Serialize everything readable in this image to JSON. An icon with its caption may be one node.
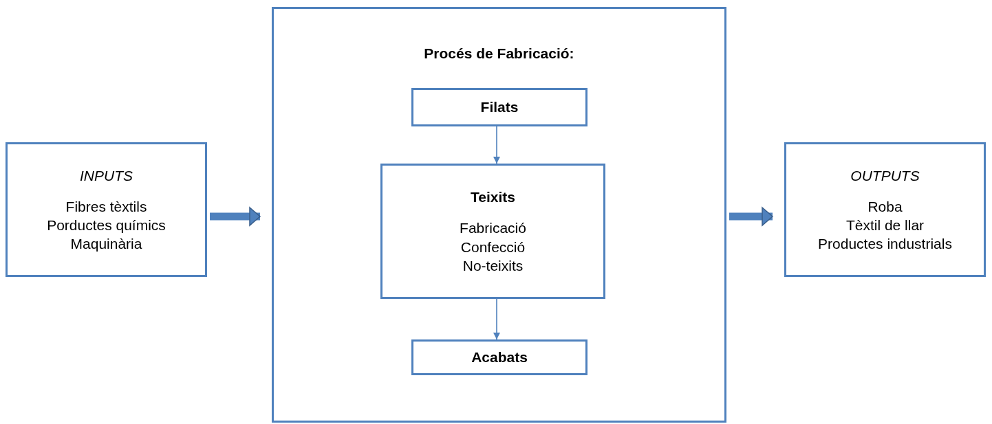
{
  "diagram": {
    "nodes": [
      {
        "text": [
          "INPUTS",
          "Fibres tèxtils",
          "Porductes químics",
          "Maquinària"
        ]
      },
      {
        "text": [
          "Procés de Fabricació:"
        ]
      },
      {
        "text": [
          "Filats"
        ],
        "in": 1
      },
      {
        "text": [
          "Teixits",
          "Fabricació",
          "Confecció",
          "No-teixits"
        ],
        "in": 1
      },
      {
        "text": [
          "Acabats"
        ],
        "in": 1
      },
      {
        "text": [
          "OUTPUTS",
          "Roba",
          "Tèxtil de llar",
          "Productes industrials"
        ]
      }
    ],
    "edges": [
      {
        "from": 0,
        "to": 1,
        "arrow": "to",
        "style": "thick"
      },
      {
        "from": 2,
        "to": 3,
        "arrow": "to"
      },
      {
        "from": 3,
        "to": 4,
        "arrow": "to"
      },
      {
        "from": 1,
        "to": 5,
        "arrow": "to",
        "style": "thick"
      }
    ]
  }
}
